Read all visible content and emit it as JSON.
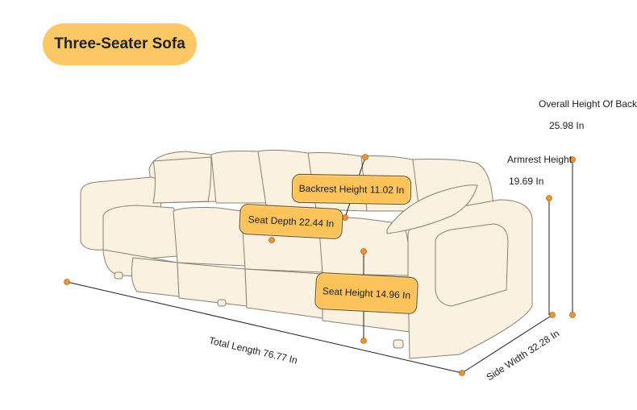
{
  "product": {
    "title": "Three-Seater Sofa"
  },
  "dimensions": {
    "overall_height_label": "Overall Height Of Backrest",
    "overall_height_value": "25.98 In",
    "armrest_height_label": "Armrest Height",
    "armrest_height_value": "19.69 In",
    "backrest_height": "Backrest Height 11.02 In",
    "seat_depth": "Seat Depth 22.44 In",
    "seat_height": "Seat Height 14.96 In",
    "total_length": "Total Length 76.77 In",
    "side_width": "Side Width 32.28 In"
  },
  "colors": {
    "accent": "#fcc865",
    "tag_fill": "#fcc35a",
    "marker": "#f0942c",
    "sofa_fill": "#fbf1e1",
    "sofa_line": "#8a7f72"
  }
}
